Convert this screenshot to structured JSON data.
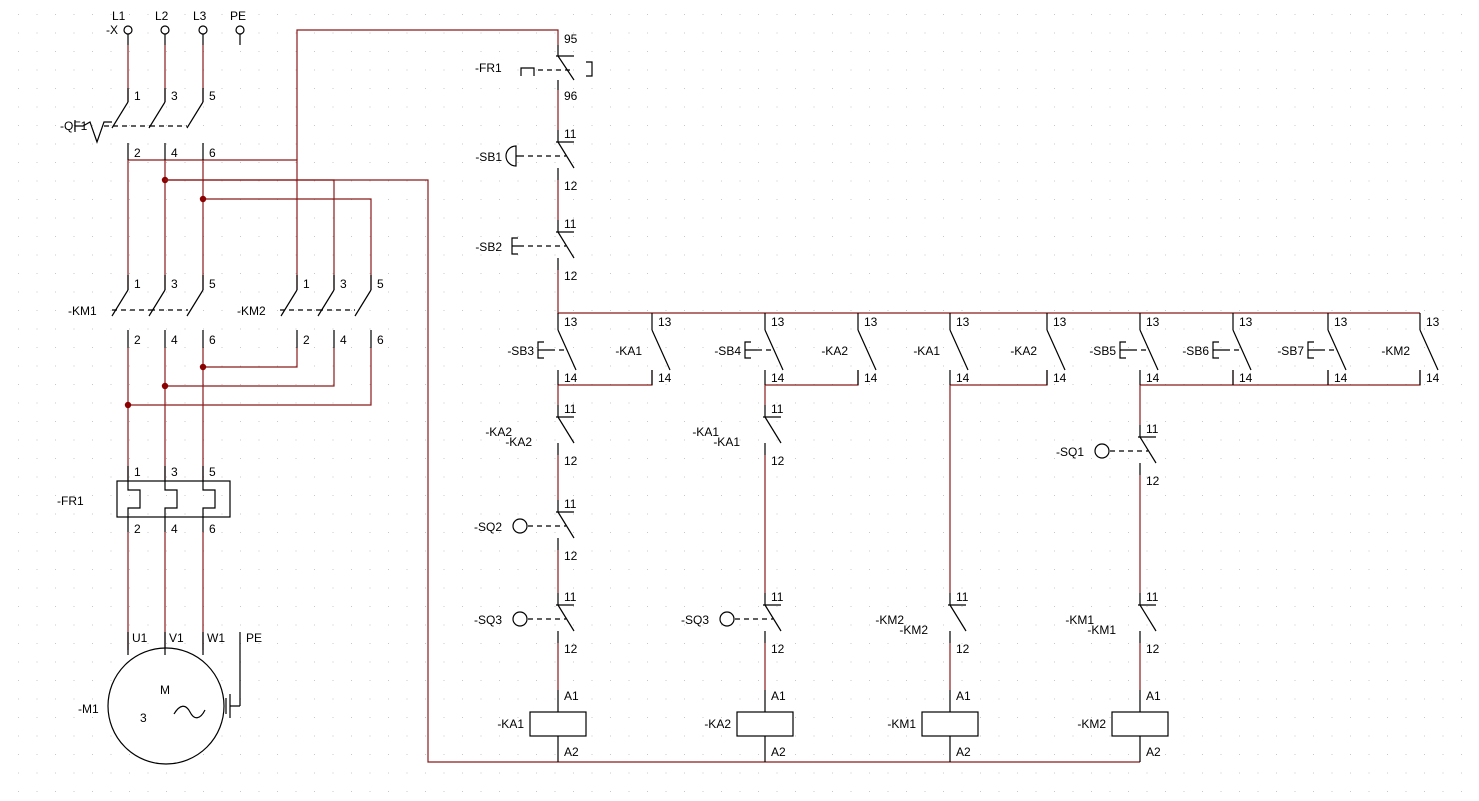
{
  "colors": {
    "wire": "#8b1a1a",
    "symbol": "#000000",
    "junction": "#8b0000",
    "grid": "#c8c8c8"
  },
  "supply": {
    "terminal": "-X",
    "phases": [
      "L1",
      "L2",
      "L3",
      "PE"
    ]
  },
  "power_circuit": {
    "breaker": "-QF1",
    "contactor_forward": "-KM1",
    "contactor_reverse": "-KM2",
    "overload": "-FR1",
    "motor": {
      "tag": "-M1",
      "letter": "M",
      "phases": "3",
      "terminals": [
        "U1",
        "V1",
        "W1",
        "PE"
      ]
    },
    "pins_in": [
      "1",
      "3",
      "5"
    ],
    "pins_out": [
      "2",
      "4",
      "6"
    ]
  },
  "control_circuit": {
    "overload_contact": {
      "tag": "-FR1",
      "pins": [
        "95",
        "96"
      ]
    },
    "stop_buttons": [
      {
        "tag": "-SB1",
        "pins": [
          "11",
          "12"
        ]
      },
      {
        "tag": "-SB2",
        "pins": [
          "11",
          "12"
        ]
      }
    ],
    "row_contacts": [
      {
        "tag": "-SB3",
        "pins": [
          "13",
          "14"
        ]
      },
      {
        "tag": "-KA1",
        "pins": [
          "13",
          "14"
        ]
      },
      {
        "tag": "-SB4",
        "pins": [
          "13",
          "14"
        ]
      },
      {
        "tag": "-KA2",
        "pins": [
          "13",
          "14"
        ]
      },
      {
        "tag": "-KA1",
        "pins": [
          "13",
          "14"
        ]
      },
      {
        "tag": "-KA2",
        "pins": [
          "13",
          "14"
        ]
      },
      {
        "tag": "-SB5",
        "pins": [
          "13",
          "14"
        ]
      },
      {
        "tag": "-SB6",
        "pins": [
          "13",
          "14"
        ]
      },
      {
        "tag": "-SB7",
        "pins": [
          "13",
          "14"
        ]
      },
      {
        "tag": "-KM2",
        "pins": [
          "13",
          "14"
        ]
      }
    ],
    "branch1": {
      "interlock": "-KA2",
      "limit_a": "-SQ2",
      "limit_b": "-SQ3",
      "coil": "-KA1"
    },
    "branch2": {
      "interlock": "-KA1",
      "limit": "-SQ3",
      "coil": "-KA2"
    },
    "branch3": {
      "interlock": "-KM2",
      "coil": "-KM1"
    },
    "branch4": {
      "limit": "-SQ1",
      "interlock": "-KM1",
      "coil": "-KM2"
    },
    "nc_pins": [
      "11",
      "12"
    ],
    "coil_pins": [
      "A1",
      "A2"
    ]
  }
}
